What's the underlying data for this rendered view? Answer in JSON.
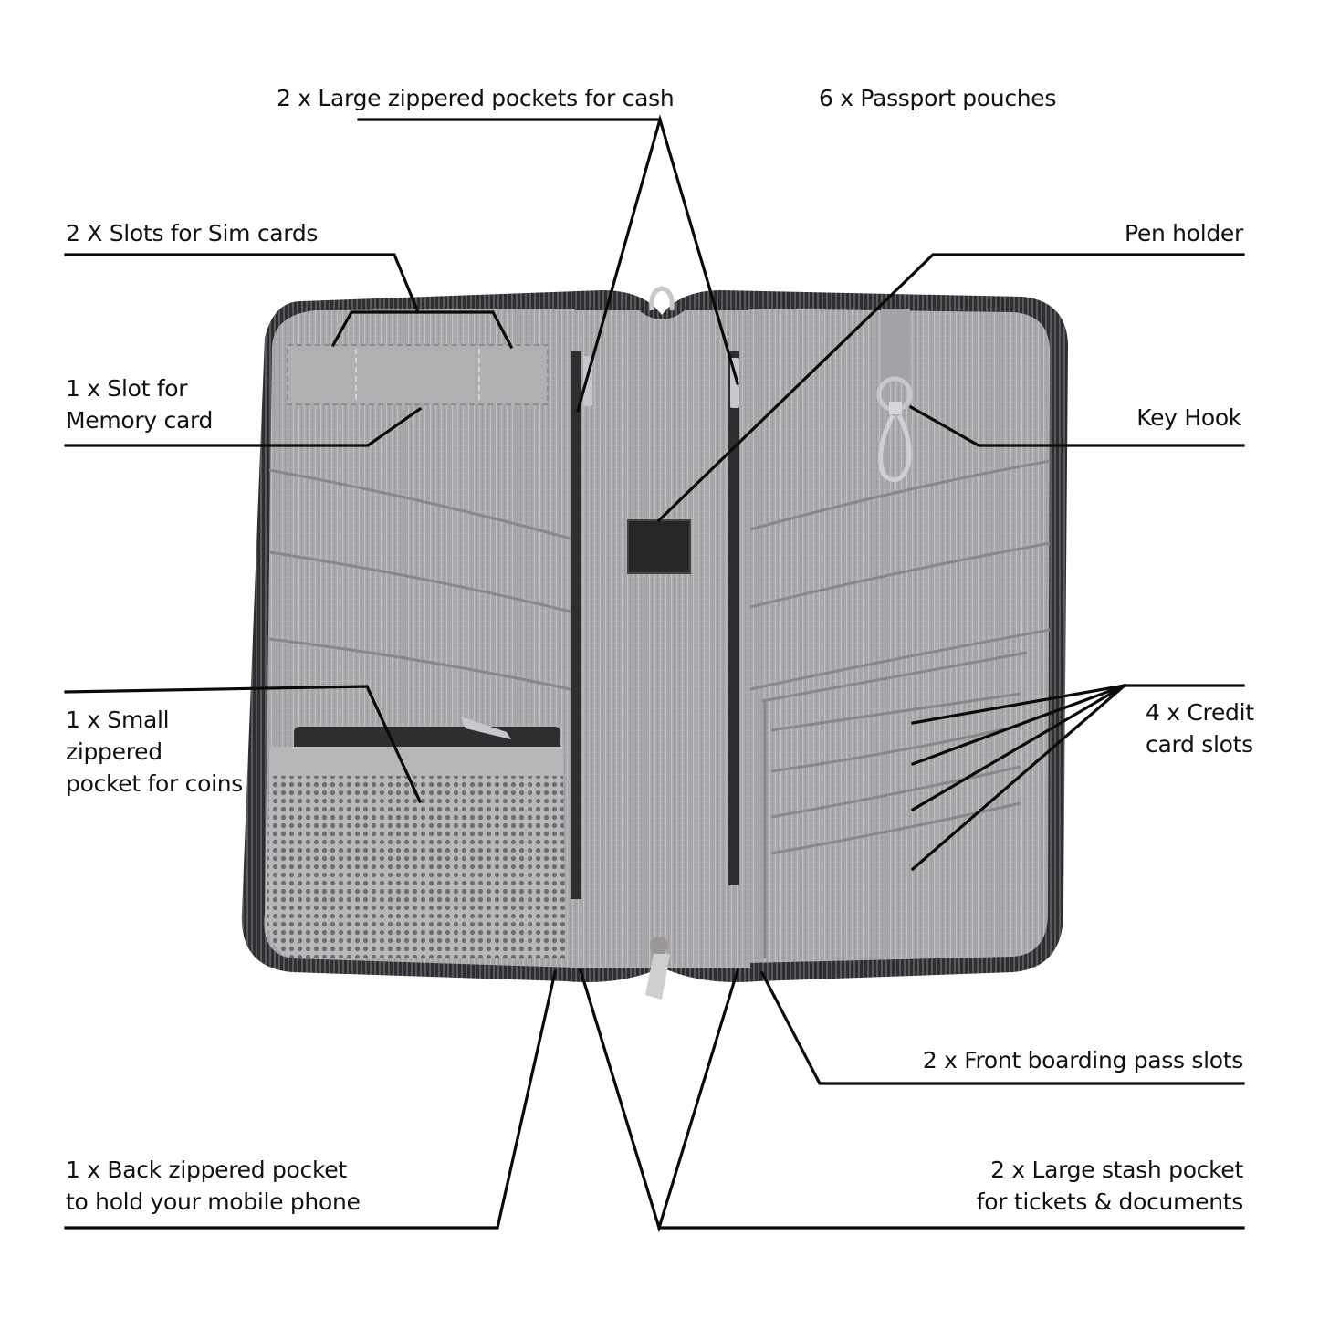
{
  "colors": {
    "background": "#ffffff",
    "fabric": "#a9a8ab",
    "fabric_light": "#bcbbbe",
    "fabric_dark": "#8f8e92",
    "zipper": "#2e2e30",
    "mesh": "#9a9a9c",
    "leather_patch": "#262628",
    "metal": "#c8c8cc",
    "leader_line": "#0a0a0a",
    "text": "#111111"
  },
  "callouts": {
    "cash_pockets": {
      "label": "2 x Large zippered pockets for cash",
      "icon": "zipper-pocket-icon"
    },
    "passport_pouches": {
      "label": "6 x Passport pouches",
      "icon": "passport-icon"
    },
    "sim_slots": {
      "label": "2 X Slots for Sim cards",
      "icon": "sim-card-icon"
    },
    "pen_holder": {
      "label": "Pen holder",
      "icon": "pen-icon"
    },
    "memory_slot": {
      "label": "1 x Slot for\nMemory card",
      "icon": "memory-card-icon"
    },
    "key_hook": {
      "label": "Key Hook",
      "icon": "key-hook-icon"
    },
    "coin_pocket": {
      "label": "1 x Small\nzippered\npocket for coins",
      "icon": "coin-pocket-icon"
    },
    "credit_slots": {
      "label": "4 x Credit\ncard slots",
      "icon": "credit-card-icon"
    },
    "boarding_slots": {
      "label": "2 x Front boarding pass slots",
      "icon": "boarding-pass-icon"
    },
    "back_pocket": {
      "label": "1 x Back zippered pocket\nto hold your mobile phone",
      "icon": "phone-pocket-icon"
    },
    "stash_pocket": {
      "label": "2 x Large stash pocket\nfor tickets & documents",
      "icon": "document-icon"
    }
  }
}
